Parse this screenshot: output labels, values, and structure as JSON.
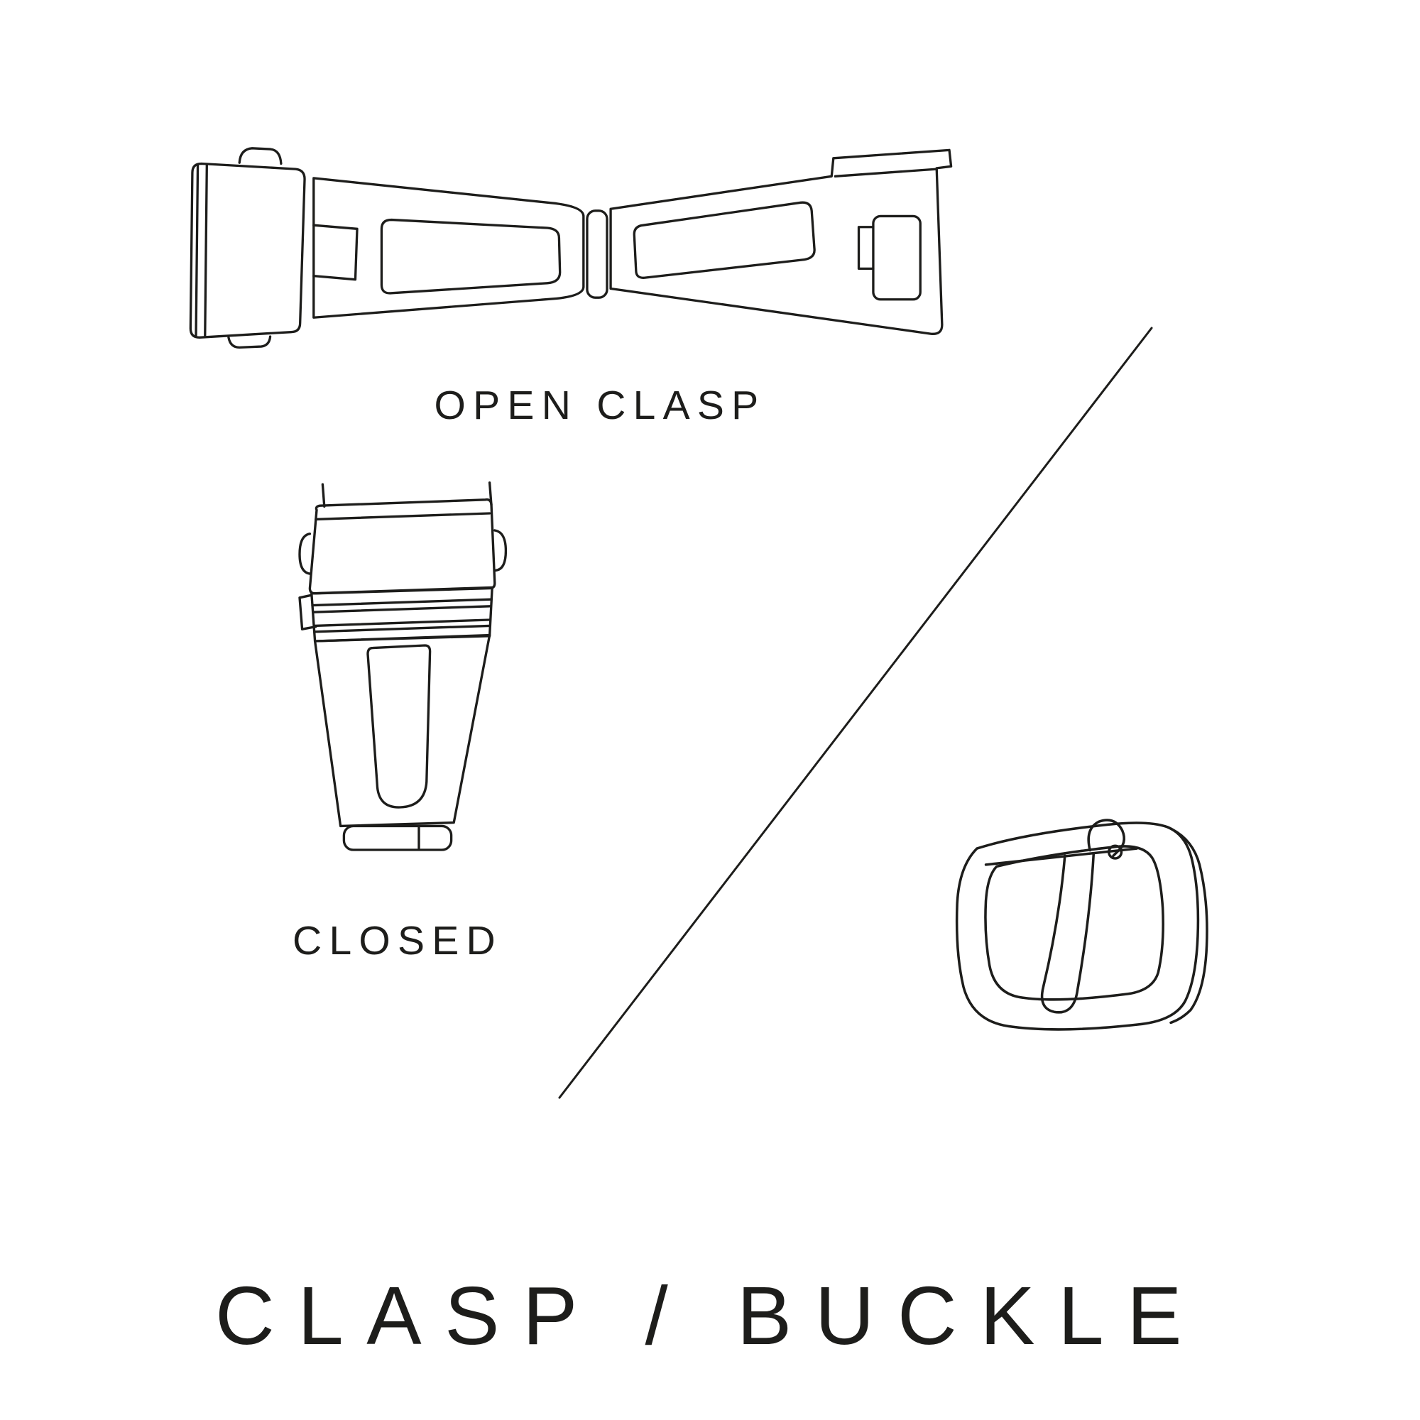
{
  "page": {
    "title": "CLASP / BUCKLE"
  },
  "colors": {
    "ink": "#1d1d1b",
    "background": "#ffffff"
  },
  "illustrations": {
    "open_clasp": {
      "name": "open-clasp-illustration",
      "label": "OPEN CLASP",
      "description": "watch deployant clasp shown unfolded/open, two tapered blades joined at a central hinge"
    },
    "closed_clasp": {
      "name": "closed-clasp-illustration",
      "label": "CLOSED",
      "description": "watch clasp shown folded closed, top view"
    },
    "buckle": {
      "name": "tang-buckle-illustration",
      "label": "",
      "description": "pin tang buckle with spring bar and tongue"
    },
    "divider": {
      "name": "diagonal-divider-line"
    }
  }
}
